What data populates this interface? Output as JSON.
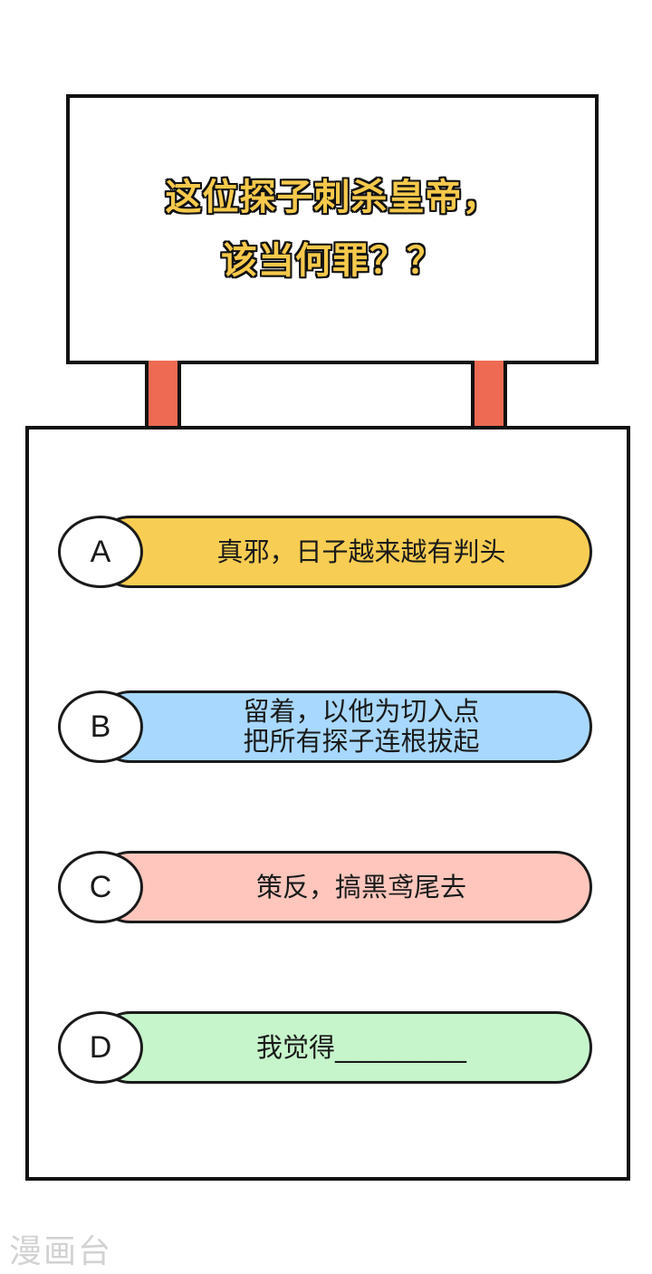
{
  "question": {
    "line1": "这位探子刺杀皇帝，",
    "line2": "该当何罪？？"
  },
  "options": [
    {
      "letter": "A",
      "text": "真邪，日子越来越有判头",
      "color": "#f8cd53"
    },
    {
      "letter": "B",
      "text": "留着，以他为切入点\n把所有探子连根拔起",
      "color": "#a8d8fd"
    },
    {
      "letter": "C",
      "text": "策反，搞黑鸢尾去",
      "color": "#fec6bd"
    },
    {
      "letter": "D",
      "text": "我觉得__________",
      "color": "#c6f4cb"
    }
  ],
  "watermark": "漫画台"
}
